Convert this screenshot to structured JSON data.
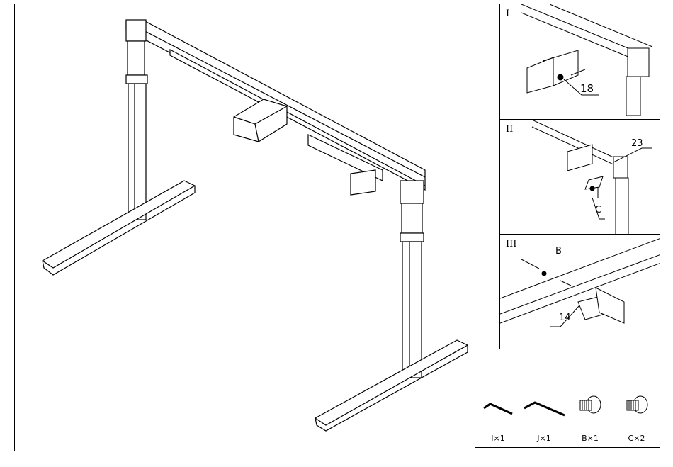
{
  "panels": [
    {
      "numeral": "I",
      "callouts": [
        "18"
      ]
    },
    {
      "numeral": "II",
      "callouts": [
        "23",
        "C"
      ]
    },
    {
      "numeral": "III",
      "callouts": [
        "B",
        "14"
      ]
    }
  ],
  "parts": [
    {
      "icon": "hex-key-icon",
      "label": "I×1"
    },
    {
      "icon": "hex-key-long-icon",
      "label": "J×1"
    },
    {
      "icon": "screw-icon",
      "label": "B×1"
    },
    {
      "icon": "screw-icon",
      "label": "C×2"
    }
  ]
}
